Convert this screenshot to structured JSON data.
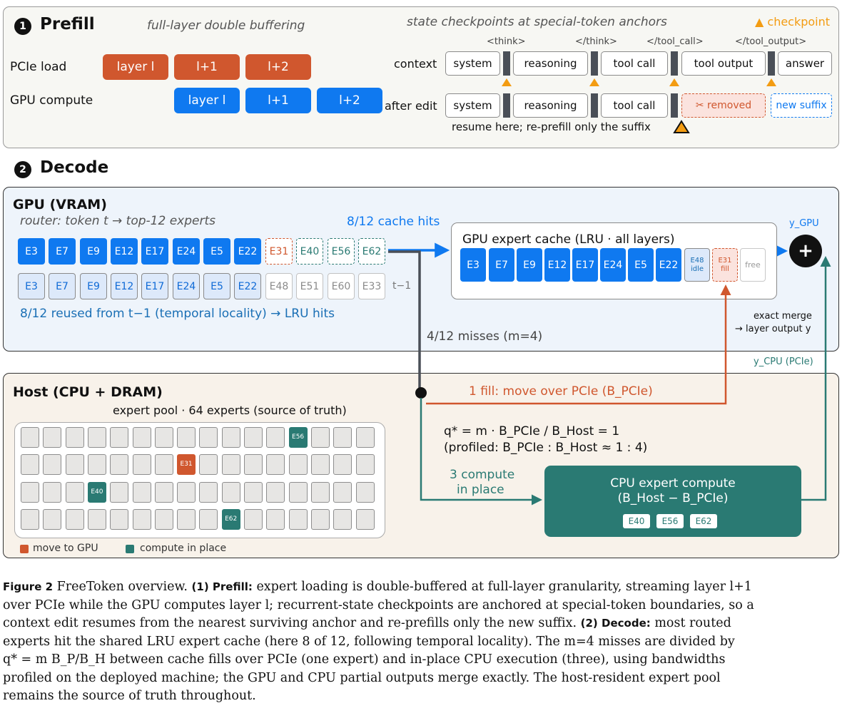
{
  "prefill": {
    "num": "1",
    "title": "Prefill",
    "subtitle": "full-layer double buffering",
    "checkpoint_title": "state checkpoints at special-token anchors",
    "checkpoint_legend": "▲ checkpoint",
    "pcie_label": "PCIe load",
    "gpu_label": "GPU compute",
    "pcie_boxes": [
      "layer l",
      "l+1",
      "l+2"
    ],
    "gpu_boxes": [
      "layer l",
      "l+1",
      "l+2"
    ],
    "tags": [
      "<think>",
      "</think>",
      "</tool_call>",
      "</tool_output>"
    ],
    "context_label": "context",
    "after_label": "after edit",
    "context_items": [
      "system",
      "reasoning",
      "tool call",
      "tool output",
      "answer"
    ],
    "after_items": [
      "system",
      "reasoning",
      "tool call"
    ],
    "removed": "✂ removed",
    "new_suffix": "new suffix",
    "resume_note": "resume here; re-prefill only the suffix"
  },
  "decode": {
    "num": "2",
    "title": "Decode",
    "gpu": {
      "title": "GPU (VRAM)",
      "router": "router: token t → top-12 experts",
      "hits": "8/12 cache hits",
      "row_t_solid": [
        "E3",
        "E7",
        "E9",
        "E12",
        "E17",
        "E24",
        "E5",
        "E22"
      ],
      "row_t_miss_red": "E31",
      "row_t_miss_teal": [
        "E40",
        "E56",
        "E62"
      ],
      "row_prev_hit": [
        "E3",
        "E7",
        "E9",
        "E12",
        "E17",
        "E24",
        "E5",
        "E22"
      ],
      "row_prev_other": [
        "E48",
        "E51",
        "E60",
        "E33"
      ],
      "prev_label": "t−1",
      "reuse_note": "8/12 reused from t−1 (temporal locality) → LRU hits",
      "cache_title": "GPU expert cache (LRU · all layers)",
      "cache_items": [
        "E3",
        "E7",
        "E9",
        "E12",
        "E17",
        "E24",
        "E5",
        "E22"
      ],
      "cache_idle": [
        "E48",
        "idle"
      ],
      "cache_fill": [
        "E31",
        "fill"
      ],
      "cache_free": "free",
      "y_gpu": "y_GPU",
      "plus": "+",
      "merge_line1": "exact merge",
      "merge_line2": "→ layer output y",
      "misses": "4/12 misses (m=4)"
    },
    "host": {
      "title": "Host (CPU + DRAM)",
      "pool_title": "expert pool · 64 experts (source of truth)",
      "pool_labels": {
        "E56": "E56",
        "E31": "E31",
        "E40": "E40",
        "E62": "E62"
      },
      "fill_note": "1 fill: move over PCIe (B_PCIe)",
      "y_cpu": "y_CPU (PCIe)",
      "q_line1": "q* = m · B_PCIe / B_Host = 1",
      "q_line2": "(profiled: B_PCIe : B_Host ≈ 1 : 4)",
      "compute_line1": "3 compute",
      "compute_line2": "in place",
      "cpu_title1": "CPU expert compute",
      "cpu_title2": "(B_Host − B_PCIe)",
      "cpu_items": [
        "E40",
        "E56",
        "E62"
      ],
      "legend_move": "move to GPU",
      "legend_compute": "compute in place"
    }
  },
  "caption": {
    "fig": "Figure 2",
    "lines": [
      "FreeToken overview.",
      "(1) Prefill:",
      "expert loading is double-buffered at full-layer granularity, streaming layer l+1",
      "over PCIe while the GPU computes layer l; recurrent-state checkpoints are anchored at special-token boundaries, so a",
      "context edit resumes from the nearest surviving anchor and re-prefills only the new suffix.",
      "(2) Decode:",
      "most routed",
      "experts hit the shared LRU expert cache (here 8 of 12, following temporal locality). The m=4 misses are divided by",
      "q* = m B_P/B_H between cache fills over PCIe (one expert) and in-place CPU execution (three), using bandwidths",
      "profiled on the deployed machine; the GPU and CPU partial outputs merge exactly. The host-resident expert pool",
      "remains the source of truth throughout."
    ]
  },
  "colors": {
    "accent_blue": "#0f79f0",
    "orange": "#d0572e",
    "teal": "#2a7a73",
    "checkpoint": "#f39c12"
  }
}
